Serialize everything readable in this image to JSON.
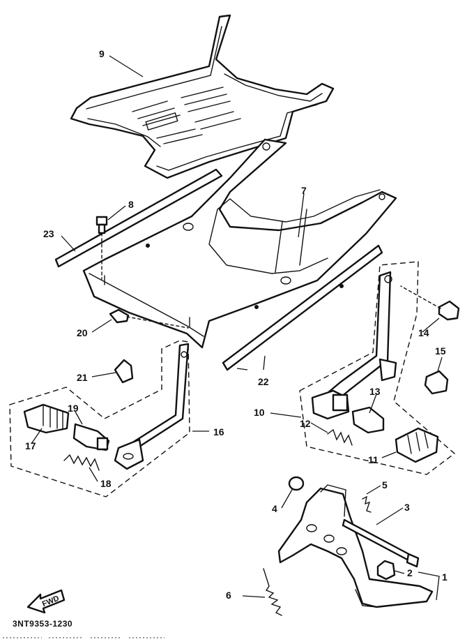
{
  "diagram": {
    "callouts": {
      "c1": "1",
      "c2": "2",
      "c3": "3",
      "c4": "4",
      "c5": "5",
      "c6": "6",
      "c7": "7",
      "c8": "8",
      "c9": "9",
      "c10": "10",
      "c11": "11",
      "c12": "12",
      "c13": "13",
      "c14": "14",
      "c15": "15",
      "c16": "16",
      "c17": "17",
      "c18": "18",
      "c19": "19",
      "c20": "20",
      "c21": "21",
      "c22": "22",
      "c23": "23"
    },
    "fwd_label": "FWD",
    "drawing_code": "3NT9353-1230"
  }
}
